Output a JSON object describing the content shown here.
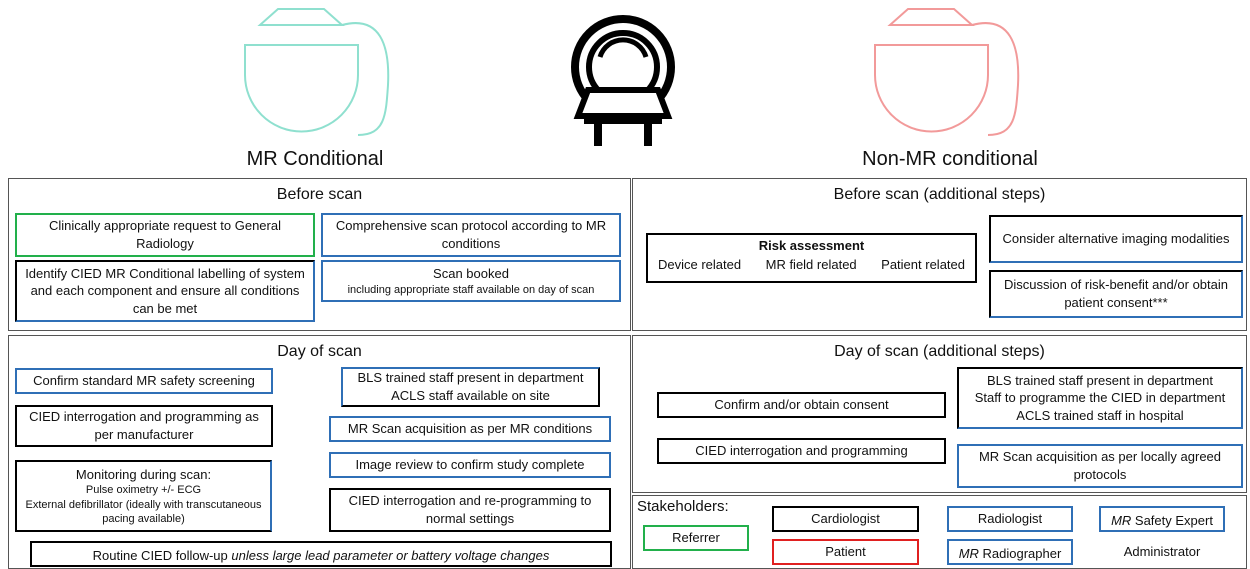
{
  "icons": {
    "mr_conditional": "pacemaker-icon",
    "scanner": "mri-scanner-icon",
    "non_mr": "pacemaker-icon"
  },
  "colors": {
    "green": "#22b04b",
    "blue": "#2f6fb6",
    "red": "#e02020",
    "teal": "#8fe0cf",
    "salmon": "#f29a9a"
  },
  "headings": {
    "left": "MR Conditional",
    "right": "Non-MR conditional"
  },
  "left": {
    "before": {
      "title": "Before scan",
      "b1": "Clinically appropriate request to General Radiology",
      "b2": "Comprehensive scan protocol according to MR conditions",
      "b3": "Identify CIED MR Conditional labelling of system and each component and ensure all conditions can be met",
      "b4_main": "Scan booked",
      "b4_sub": "including appropriate staff available on day of scan"
    },
    "day": {
      "title": "Day of scan",
      "b1": "Confirm standard MR safety screening",
      "b2_l1": "BLS trained staff present in department",
      "b2_l2": "ACLS staff available on site",
      "b3": "CIED interrogation and programming as per manufacturer",
      "b4": "MR Scan acquisition as per MR conditions",
      "b5": "Image review to confirm study complete",
      "b6_title": "Monitoring during scan:",
      "b6_l1": "Pulse oximetry +/- ECG",
      "b6_l2": "External defibrillator (ideally with transcutaneous pacing available)",
      "b7": "CIED interrogation and re-programming to normal settings",
      "b8_main": "Routine CIED follow-up ",
      "b8_italic": "unless large lead parameter or battery voltage changes"
    }
  },
  "right": {
    "before": {
      "title": "Before scan (additional steps)",
      "risk_title": "Risk assessment",
      "risk_items": [
        "Device related",
        "MR field related",
        "Patient related"
      ],
      "b1": "Consider alternative imaging modalities",
      "b2": "Discussion of risk-benefit and/or obtain patient consent***"
    },
    "day": {
      "title": "Day of scan (additional steps)",
      "b1": "Confirm and/or obtain consent",
      "b2_l1": "BLS trained staff present in department",
      "b2_l2": "Staff to programme the CIED in department",
      "b2_l3": "ACLS trained staff in hospital",
      "b3": "CIED interrogation and programming",
      "b4": "MR Scan acquisition as per locally agreed protocols"
    },
    "stakeholders": {
      "title": "Stakeholders:",
      "referrer": "Referrer",
      "cardiologist": "Cardiologist",
      "radiologist": "Radiologist",
      "safety_expert_italic": "MR",
      "safety_expert": " Safety Expert",
      "patient": "Patient",
      "radiographer_italic": "MR",
      "radiographer": " Radiographer",
      "administrator": "Administrator"
    }
  }
}
